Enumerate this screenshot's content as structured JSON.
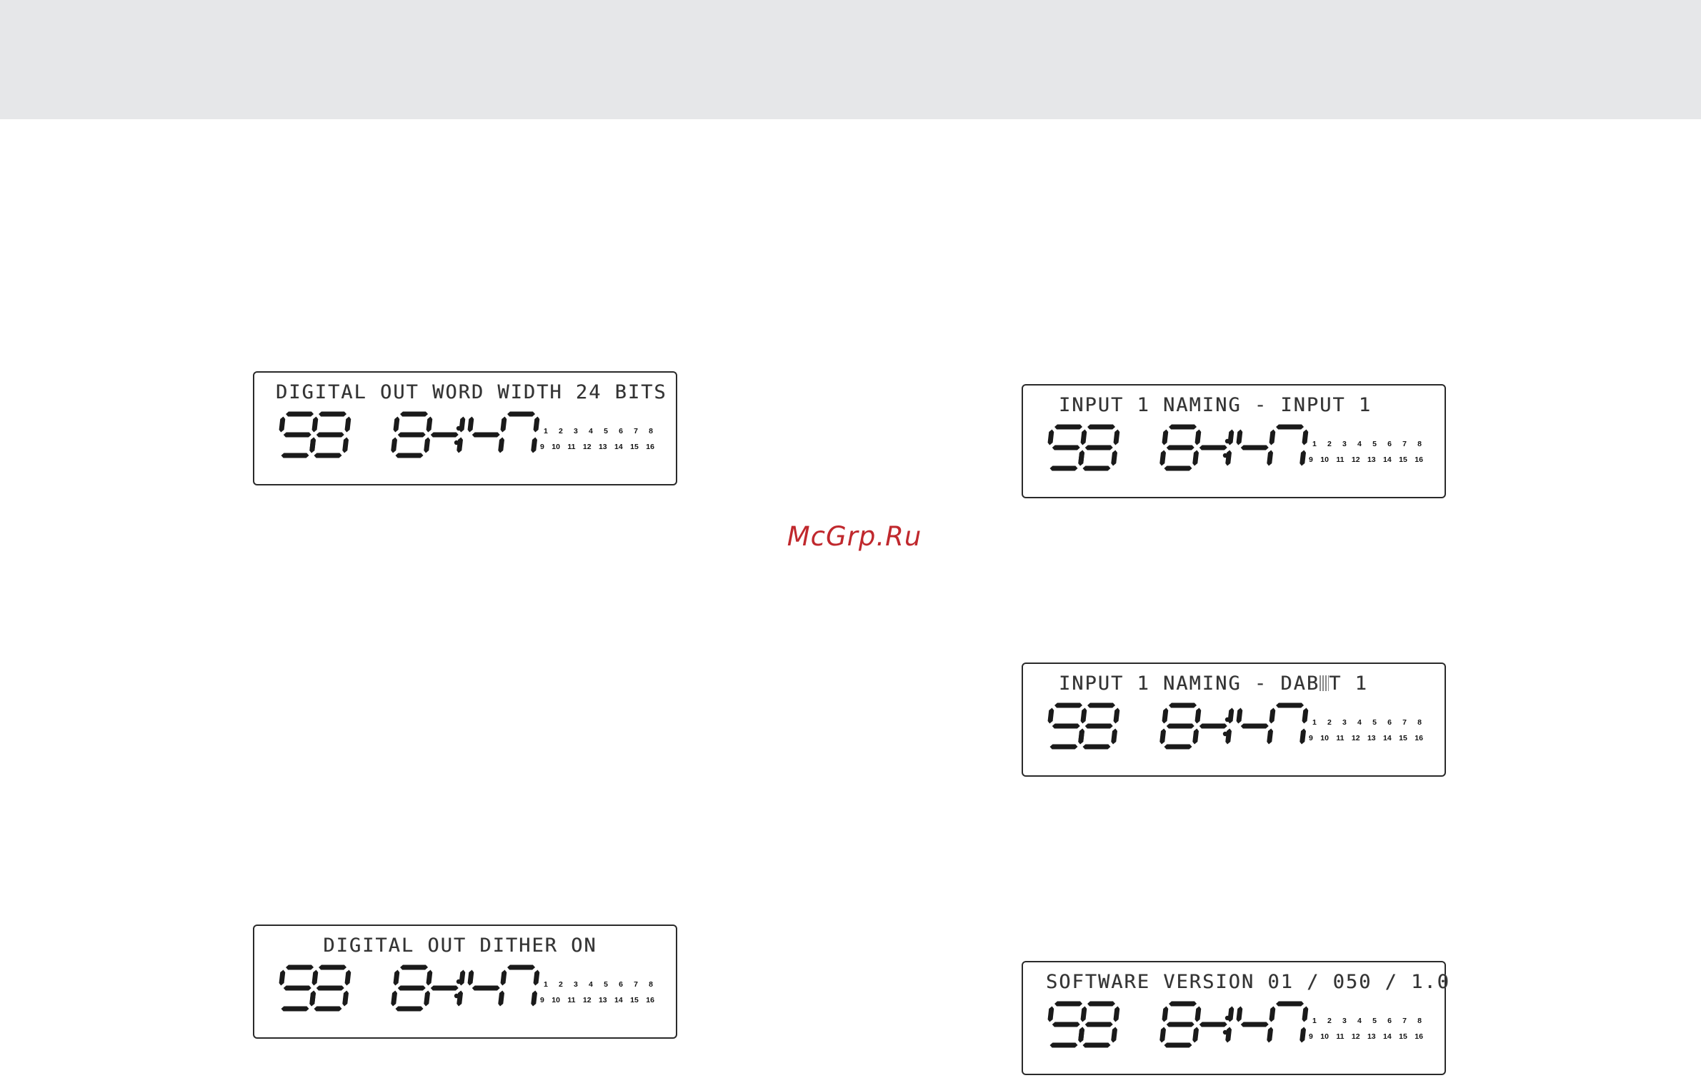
{
  "watermark": "McGrp.Ru",
  "displays": [
    {
      "id": "digital-out-word-width",
      "message": "DIGITAL OUT WORD WIDTH 24 BITS",
      "track_number": "58",
      "time": "64:47"
    },
    {
      "id": "digital-out-dither",
      "message": "DIGITAL OUT DITHER ON",
      "track_number": "58",
      "time": "64:47"
    },
    {
      "id": "input-naming-input",
      "message": "INPUT 1 NAMING - INPUT 1",
      "track_number": "58",
      "time": "64:47"
    },
    {
      "id": "input-naming-dab",
      "message_before_cursor": "INPUT 1 NAMING - DAB",
      "message_after_cursor": "T 1",
      "track_number": "58",
      "time": "64:47"
    },
    {
      "id": "software-version",
      "message": "SOFTWARE VERSION 01 / 050 / 1.0",
      "track_number": "58",
      "time": "64:47"
    }
  ],
  "track_grid": {
    "row1": [
      "1",
      "2",
      "3",
      "4",
      "5",
      "6",
      "7",
      "8"
    ],
    "row2": [
      "9",
      "10",
      "11",
      "12",
      "13",
      "14",
      "15",
      "16"
    ]
  }
}
